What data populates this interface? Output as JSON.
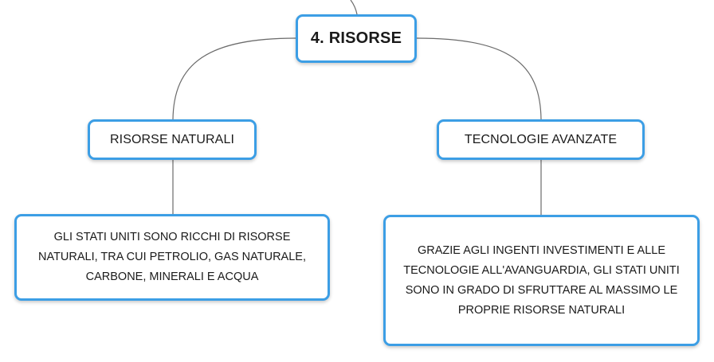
{
  "root": {
    "label": "4. RISORSE"
  },
  "branches": [
    {
      "label": "RISORSE NATURALI",
      "detail": "GLI STATI UNITI SONO RICCHI DI RISORSE NATURALI, TRA CUI PETROLIO, GAS NATURALE, CARBONE, MINERALI E ACQUA"
    },
    {
      "label": "TECNOLOGIE AVANZATE",
      "detail": "GRAZIE AGLI INGENTI INVESTIMENTI E ALLE TECNOLOGIE ALL'AVANGUARDIA, GLI STATI UNITI SONO IN GRADO DI SFRUTTARE AL MASSIMO LE PROPRIE RISORSE NATURALI"
    }
  ],
  "colors": {
    "node_border": "#3c9ee5",
    "connector": "#6b6b6b",
    "text": "#1a1a1a"
  }
}
